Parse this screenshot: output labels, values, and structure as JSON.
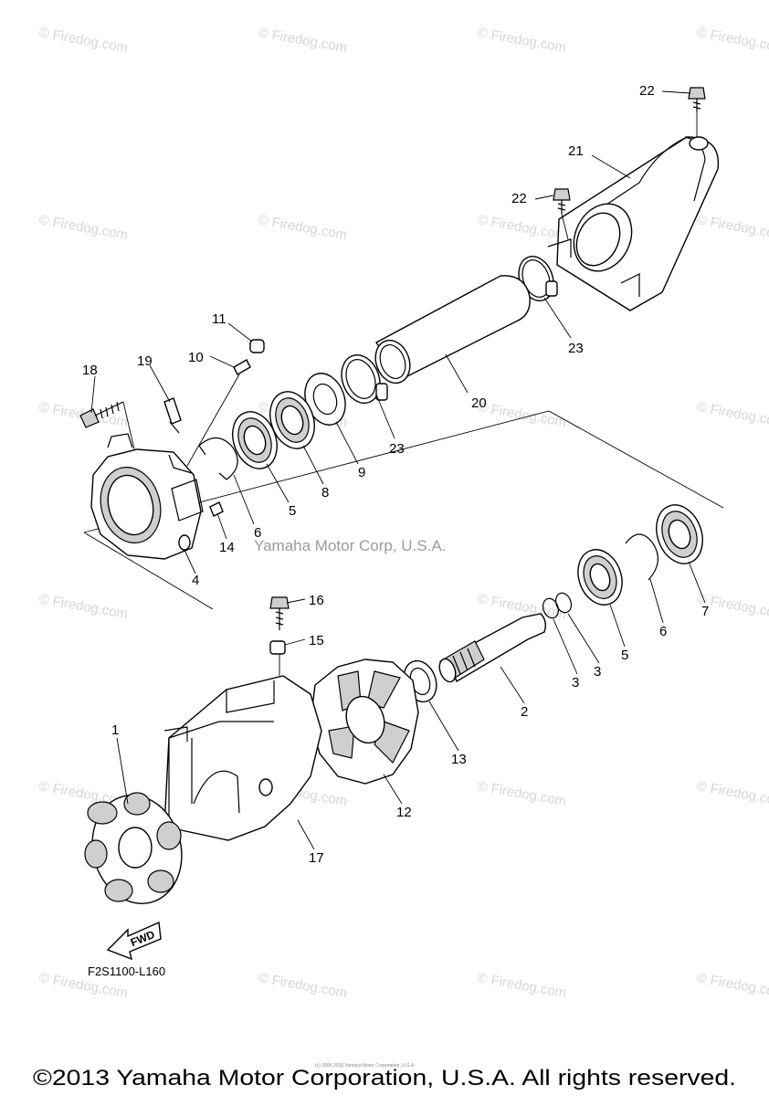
{
  "watermarks": {
    "text": "© Firedog.com",
    "center_text": "Yamaha Motor Corp, U.S.A."
  },
  "diagram_code": "F2S1100-L160",
  "fwd_label": "FWD",
  "fine_print": "(c) 2005-2016 Yamaha Motor Corporation, U.S.A.",
  "copyright": "©2013 Yamaha Motor Corporation, U.S.A. All rights reserved.",
  "callouts": {
    "c1": "1",
    "c2": "2",
    "c3a": "3",
    "c3b": "3",
    "c4": "4",
    "c5a": "5",
    "c5b": "5",
    "c6a": "6",
    "c6b": "6",
    "c7": "7",
    "c8": "8",
    "c9": "9",
    "c10": "10",
    "c11": "11",
    "c12": "12",
    "c13": "13",
    "c14": "14",
    "c15": "15",
    "c16": "16",
    "c17": "17",
    "c18": "18",
    "c19": "19",
    "c20": "20",
    "c21": "21",
    "c22a": "22",
    "c22b": "22",
    "c23a": "23",
    "c23b": "23"
  }
}
